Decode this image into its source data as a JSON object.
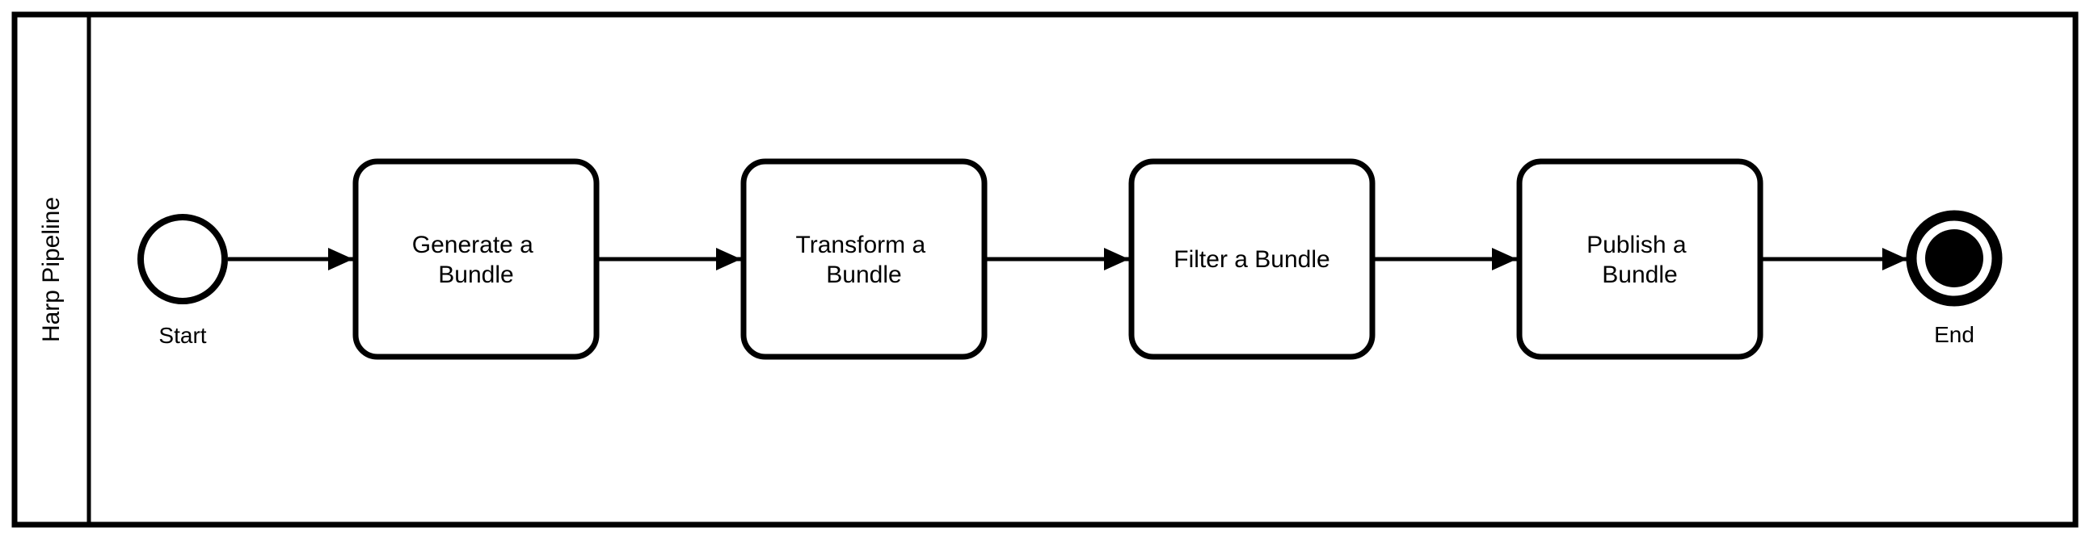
{
  "diagram": {
    "type": "bpmn-process-flow",
    "lane": {
      "label": "Harp Pipeline"
    },
    "events": {
      "start": {
        "label": "Start",
        "shape": "thin-circle"
      },
      "end": {
        "label": "End",
        "shape": "thick-ring-with-filled-center"
      }
    },
    "tasks": [
      {
        "label": "Generate a Bundle",
        "lines": [
          "Generate a",
          "Bundle"
        ]
      },
      {
        "label": "Transform a Bundle",
        "lines": [
          "Transform a",
          "Bundle"
        ]
      },
      {
        "label": "Filter a Bundle",
        "lines": [
          "Filter a Bundle"
        ]
      },
      {
        "label": "Publish a Bundle",
        "lines": [
          "Publish a",
          "Bundle"
        ]
      }
    ],
    "flow_order": [
      "Start",
      "Generate a Bundle",
      "Transform a Bundle",
      "Filter a Bundle",
      "Publish a Bundle",
      "End"
    ],
    "connector_count": 5,
    "colors": {
      "stroke": "#000000",
      "fill": "#ffffff",
      "text": "#000000",
      "background": "#ffffff"
    }
  }
}
